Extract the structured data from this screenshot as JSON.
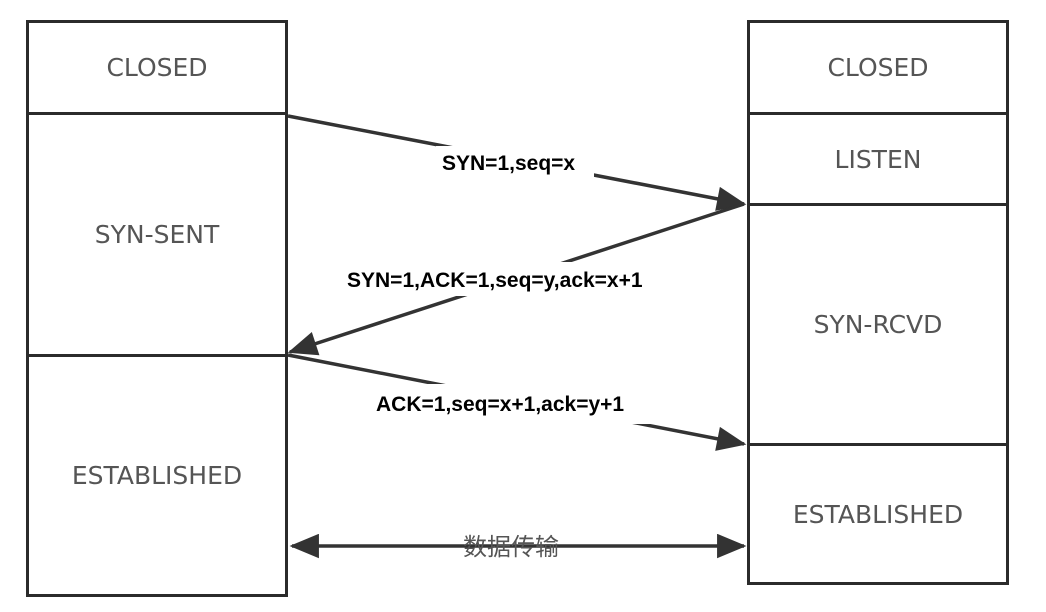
{
  "client": {
    "states": [
      "CLOSED",
      "SYN-SENT",
      "ESTABLISHED"
    ]
  },
  "server": {
    "states": [
      "CLOSED",
      "LISTEN",
      "SYN-RCVD",
      "ESTABLISHED"
    ]
  },
  "messages": {
    "syn": "SYN=1,seq=x",
    "syn_ack": "SYN=1,ACK=1,seq=y,ack=x+1",
    "ack": "ACK=1,seq=x+1,ack=y+1",
    "data_transfer": "数据传输"
  },
  "colors": {
    "border": "#2b2b2b",
    "state_text": "#555555",
    "arrow": "#333333",
    "message_text": "#000000"
  }
}
